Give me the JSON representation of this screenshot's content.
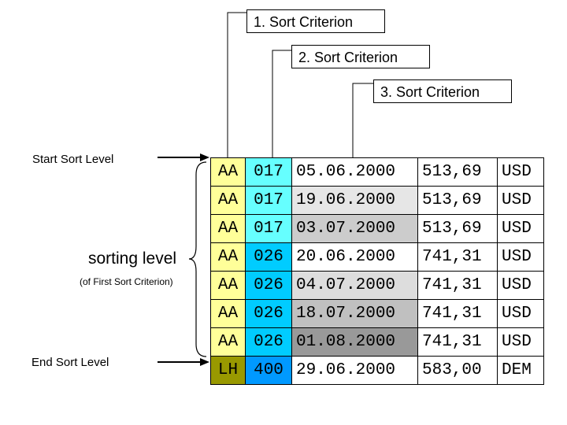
{
  "criteria": [
    "1. Sort Criterion",
    "2. Sort Criterion",
    "3. Sort Criterion"
  ],
  "labels": {
    "start": "Start Sort Level",
    "end": "End Sort Level",
    "sorting_level": "sorting level",
    "sorting_level_note": "(of First Sort Criterion)"
  },
  "rows": [
    [
      "AA",
      "017",
      "05.06.2000",
      "513,69",
      "USD"
    ],
    [
      "AA",
      "017",
      "19.06.2000",
      "513,69",
      "USD"
    ],
    [
      "AA",
      "017",
      "03.07.2000",
      "513,69",
      "USD"
    ],
    [
      "AA",
      "026",
      "20.06.2000",
      "741,31",
      "USD"
    ],
    [
      "AA",
      "026",
      "04.07.2000",
      "741,31",
      "USD"
    ],
    [
      "AA",
      "026",
      "18.07.2000",
      "741,31",
      "USD"
    ],
    [
      "AA",
      "026",
      "01.08.2000",
      "741,31",
      "USD"
    ],
    [
      "LH",
      "400",
      "29.06.2000",
      "583,00",
      "DEM"
    ]
  ],
  "colors": {
    "col1_light": "#ffff99",
    "col1_dark": "#999900",
    "col2_group1": "#66ffff",
    "col2_group2": "#00ccff",
    "col2_group3": "#0099ff",
    "col3_shades": [
      "#ffffff",
      "#e6e6e6",
      "#cccccc",
      "#ffffff",
      "#dddddd",
      "#c0c0c0",
      "#999999",
      "#ffffff"
    ]
  }
}
